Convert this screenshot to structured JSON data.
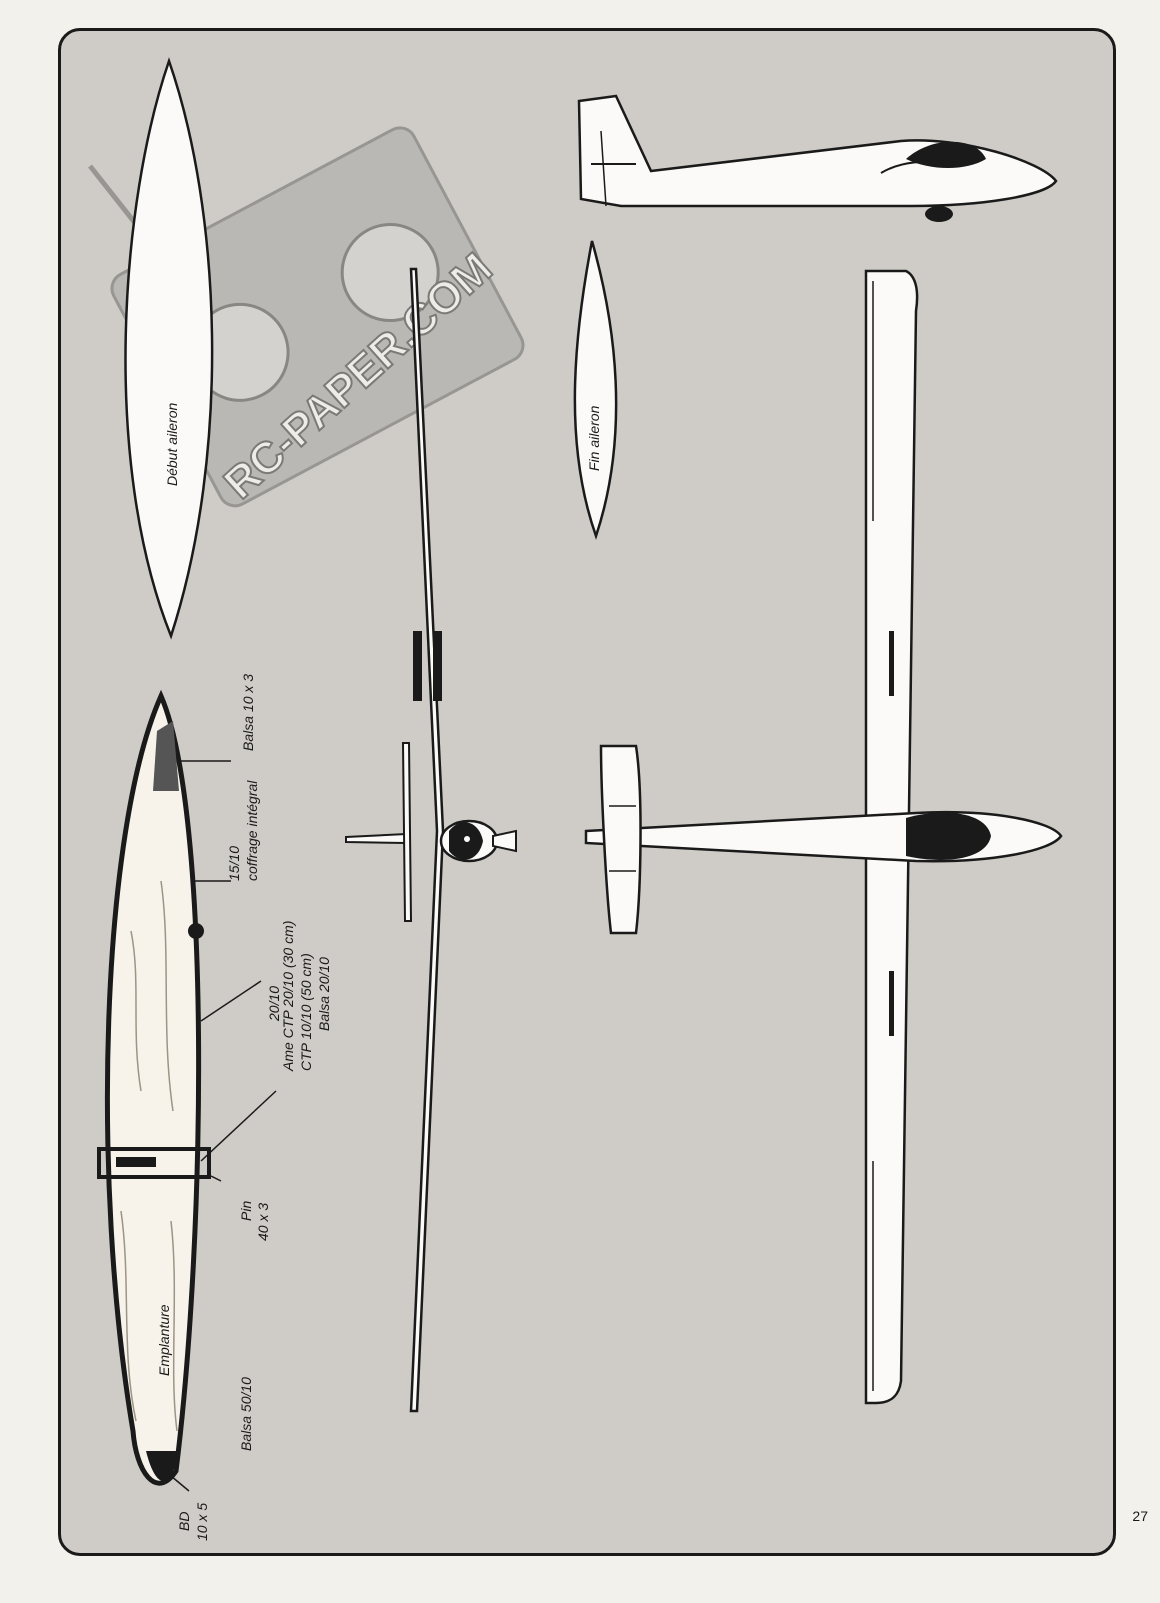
{
  "page_number": "27",
  "watermark": "RC-PAPER.COM",
  "labels": {
    "debut_aileron": "Début aileron",
    "fin_aileron": "Fin aileron",
    "balsa_10x3": "Balsa 10 x 3",
    "ratio_15_10": "15/10",
    "coffrage": "coffrage intégral",
    "ratio_20_10": "20/10",
    "ame_ctp": "Ame CTP 20/10 (30 cm)",
    "ctp_10_10": "CTP 10/10 (50 cm)",
    "balsa_20_10": "Balsa 20/10",
    "pin": "Pin",
    "pin_dim": "40 x 3",
    "emplanture": "Emplanture",
    "balsa_50_10": "Balsa 50/10",
    "bd": "BD",
    "bd_dim": "10 x 5"
  }
}
